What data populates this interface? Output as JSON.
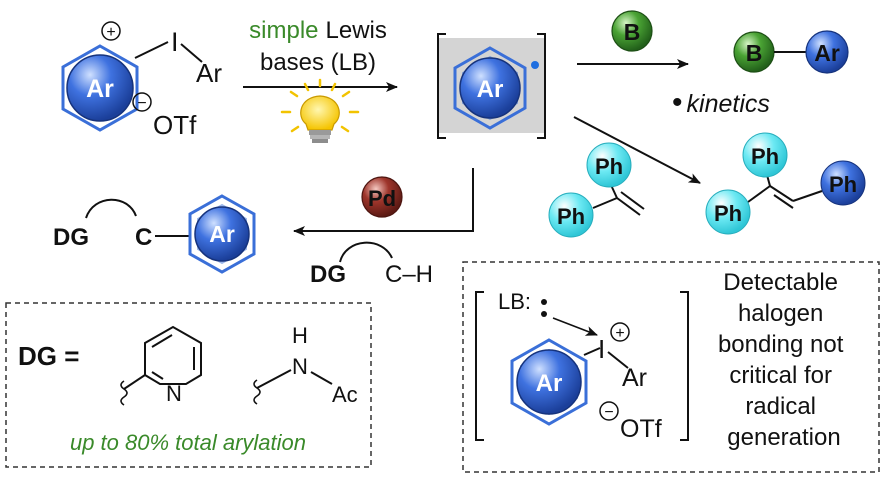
{
  "colors": {
    "blue_ball": "#2f5fd0",
    "green_ball": "#3d8f2a",
    "red_ball": "#8b2a22",
    "cyan_ball": "#5fe3f0",
    "hexagon": "#3a6fd8",
    "green_text": "#3a8a2a",
    "box_fill": "#d4d4d4",
    "radical_dot": "#1f6fe0"
  },
  "labels": {
    "ar": "Ar",
    "iodine": "I",
    "plus": "+",
    "minus": "−",
    "otf": "OTf",
    "simple": "simple",
    "lewis": "Lewis",
    "bases_lb": "bases (LB)",
    "b": "B",
    "bullet": "•",
    "kinetics": "kinetics",
    "ph": "Ph",
    "pd": "Pd",
    "dg": "DG",
    "c": "C",
    "c_h": "C–H",
    "dg_eq": "DG =",
    "n": "N",
    "h": "H",
    "ac": "Ac",
    "yield": "up to 80% total arylation",
    "lb_colon": "LB:",
    "halogen_lines": [
      "Detectable",
      "halogen",
      "bonding not",
      "critical for",
      "radical",
      "generation"
    ]
  },
  "icons": [
    "lightbulb-icon",
    "radical-dot-icon",
    "squiggle-bond-icon"
  ]
}
